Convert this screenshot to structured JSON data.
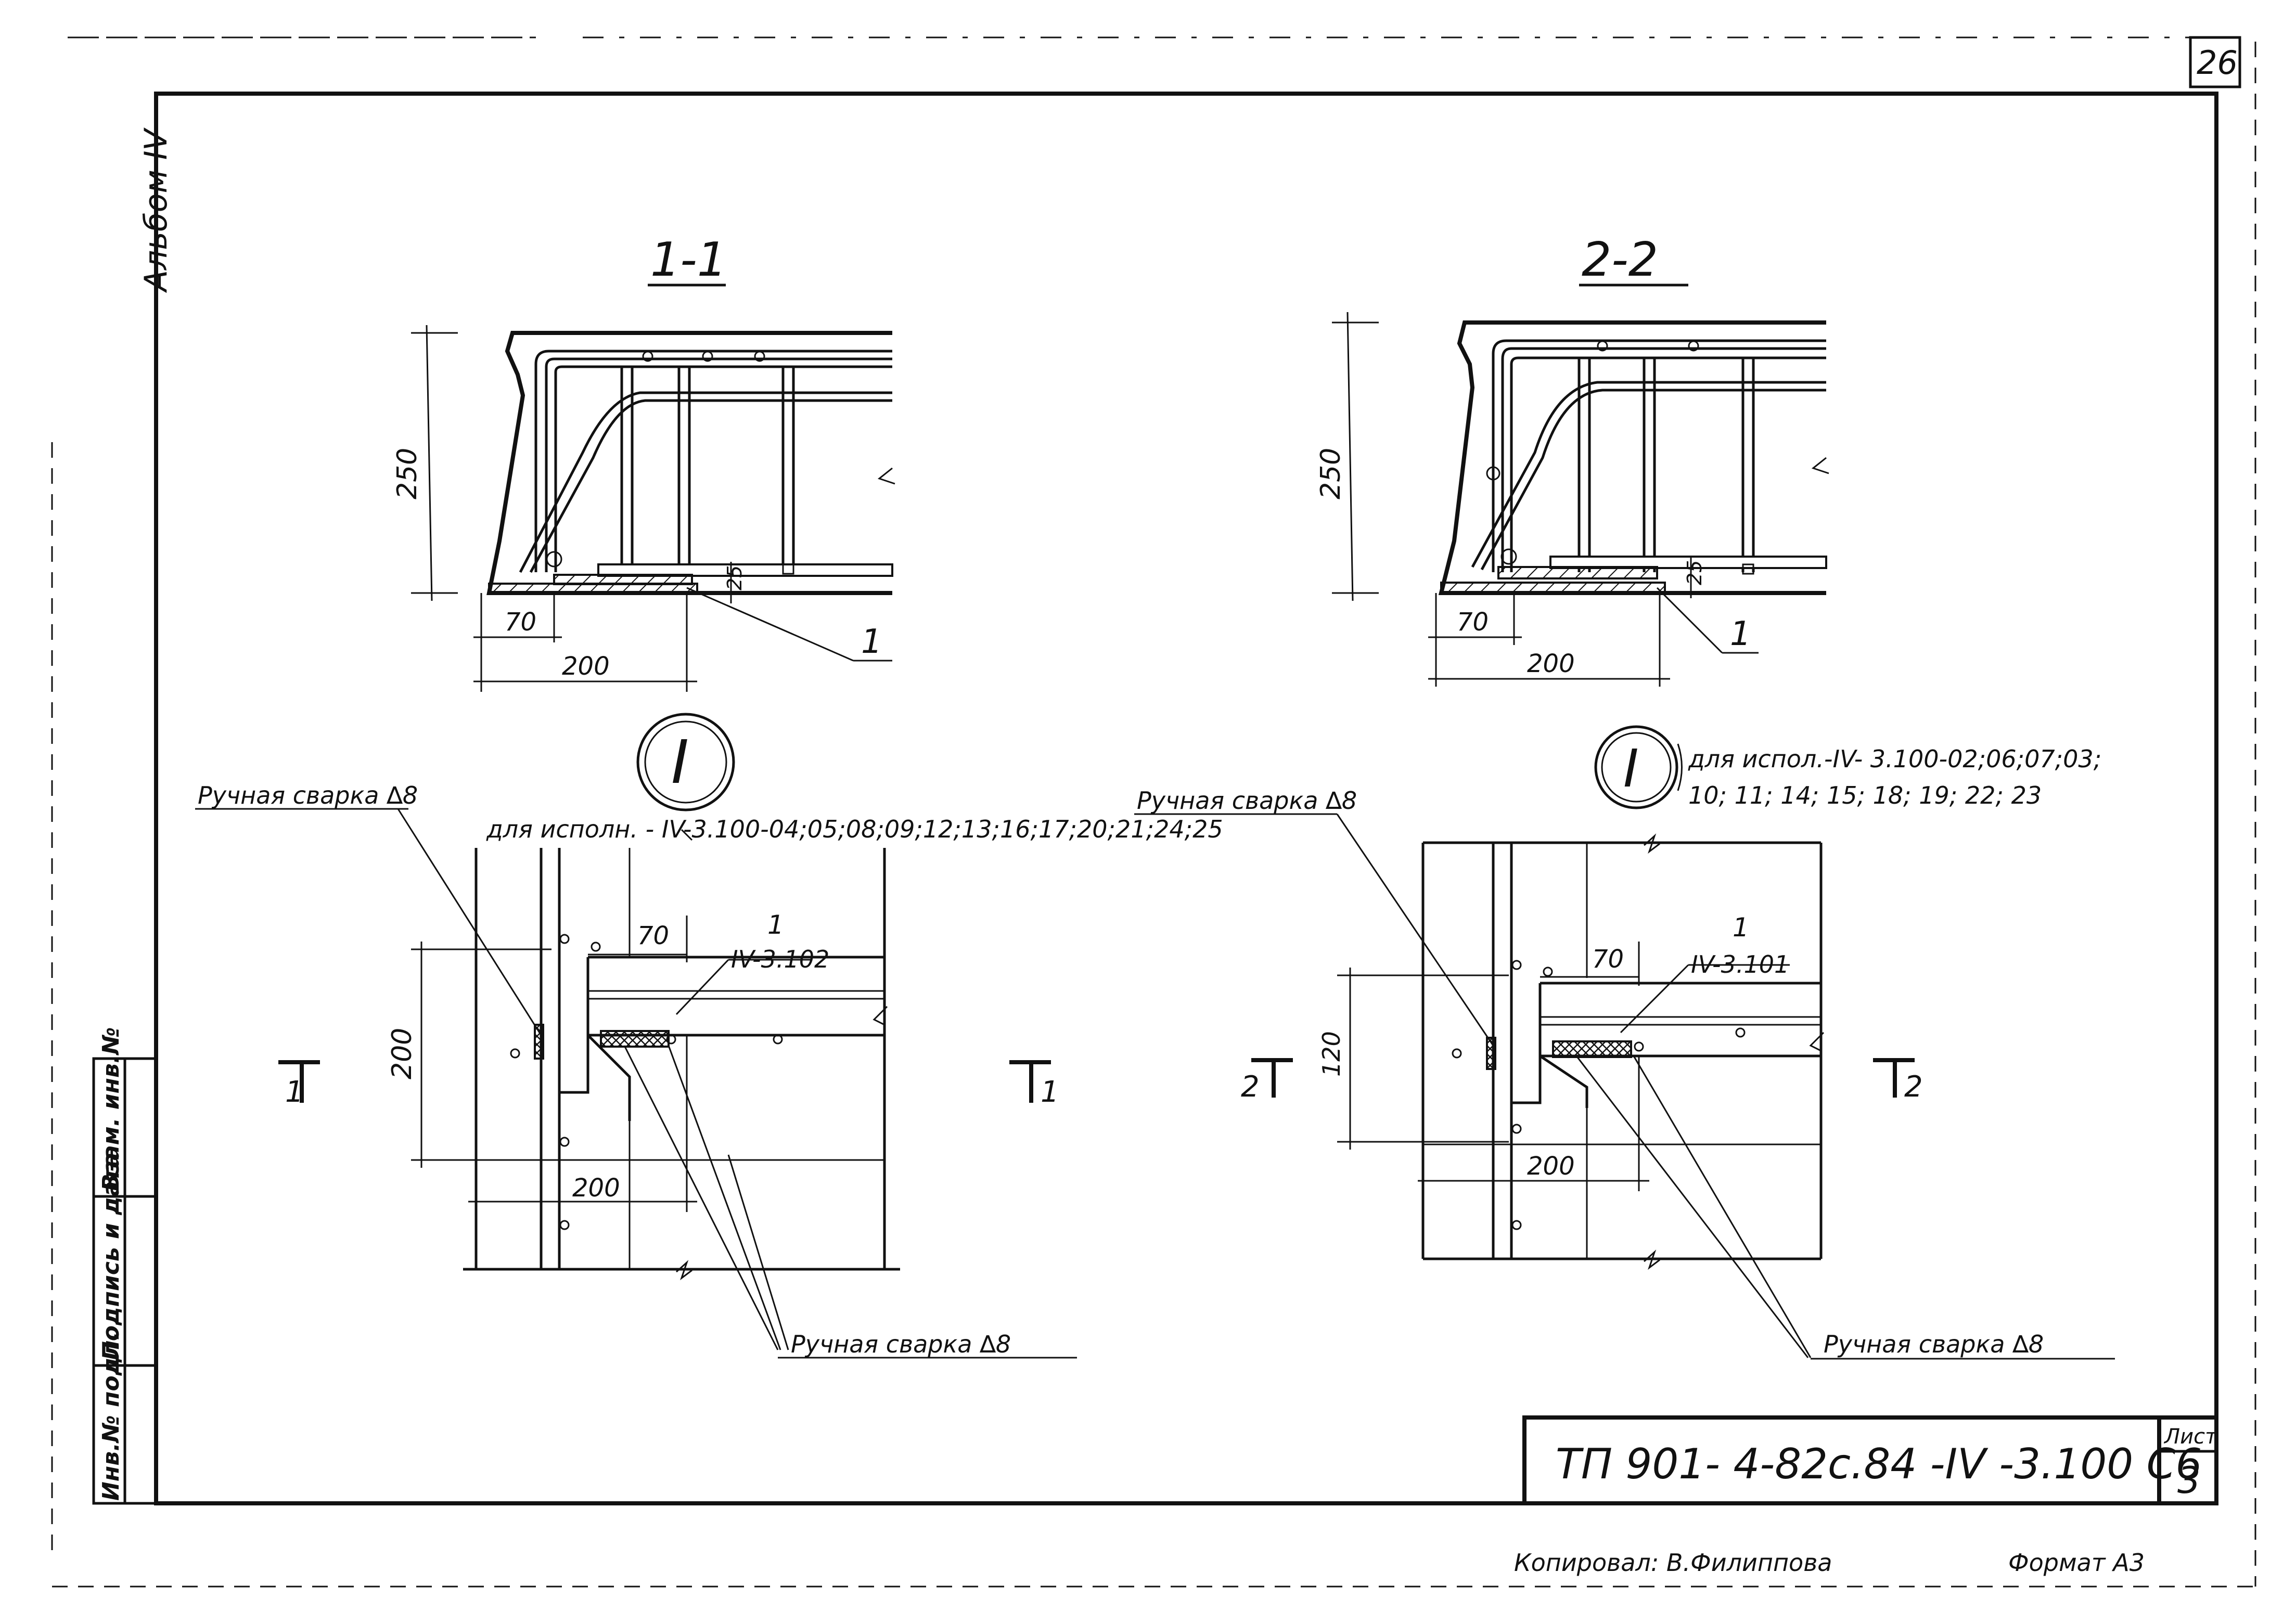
{
  "sheet": {
    "page_number": "26",
    "album": "Альбом IV",
    "stamp": "ТП 901- 4-82с.84 -IV -3.100 С6",
    "sheet_label": "Лист",
    "sheet_number": "3",
    "copied_by": "Копировал: В.Филиппова",
    "format": "Формат А3"
  },
  "side_table": [
    "Инв.№ подл.",
    "Подпись и дата",
    "Взам. инв.№"
  ],
  "section_1_1": {
    "title": "1-1",
    "dim_height": "250",
    "dim_70": "70",
    "dim_200": "200",
    "dim_25": "25",
    "callout": "1"
  },
  "section_2_2": {
    "title": "2-2",
    "dim_height": "250",
    "dim_70": "70",
    "dim_200": "200",
    "dim_25": "25",
    "callout": "1"
  },
  "node_left": {
    "marker": "I",
    "note": "для исполн. - IV-3.100-04;05;08;09;12;13;16;17;20;21;24;25",
    "weld_top": "Ручная сварка ∆8",
    "weld_bottom": "Ручная сварка ∆8",
    "dim_height": "200",
    "dim_70": "70",
    "dim_200": "200",
    "part_num": "1",
    "part_ref": "IV-3.102",
    "cut_left": "1",
    "cut_right": "1"
  },
  "node_right": {
    "marker": "I",
    "note_line1": "для испол.-IV- 3.100-02;06;07;03;",
    "note_line2": "10; 11; 14; 15; 18; 19; 22; 23",
    "weld_top": "Ручная сварка ∆8",
    "weld_bottom": "Ручная сварка ∆8",
    "dim_height": "120",
    "dim_70": "70",
    "dim_200": "200",
    "part_num": "1",
    "part_ref": "IV-3.101",
    "cut_left": "2",
    "cut_right": "2"
  }
}
